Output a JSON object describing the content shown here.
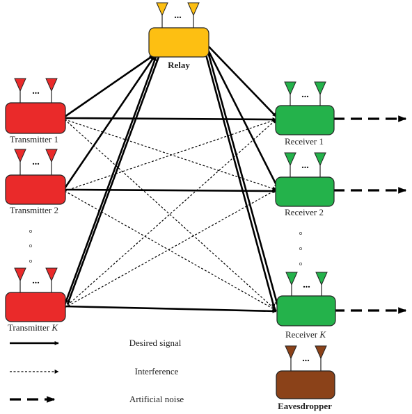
{
  "nodes": {
    "relay": {
      "label": "Relay",
      "color": "#FDBF12",
      "antenna_color": "#FDBF12"
    },
    "transmitters": [
      {
        "label": "Transmitter 1",
        "color": "#EA2A2A"
      },
      {
        "label": "Transmitter 2",
        "color": "#EA2A2A"
      },
      {
        "label": "Transmitter ",
        "label_italic": "K",
        "color": "#EA2A2A"
      }
    ],
    "receivers": [
      {
        "label": "Receiver 1",
        "color": "#24B24B"
      },
      {
        "label": "Receiver 2",
        "color": "#24B24B"
      },
      {
        "label": "Receiver ",
        "label_italic": "K",
        "color": "#24B24B"
      }
    ],
    "eavesdropper": {
      "label": "Eavesdropper",
      "color": "#8B4219"
    }
  },
  "antenna_ellipsis": "...",
  "legend": [
    {
      "style": "solid",
      "label": "Desired signal"
    },
    {
      "style": "dotted",
      "label": "Interference"
    },
    {
      "style": "dashed",
      "label": "Artificial noise"
    }
  ]
}
